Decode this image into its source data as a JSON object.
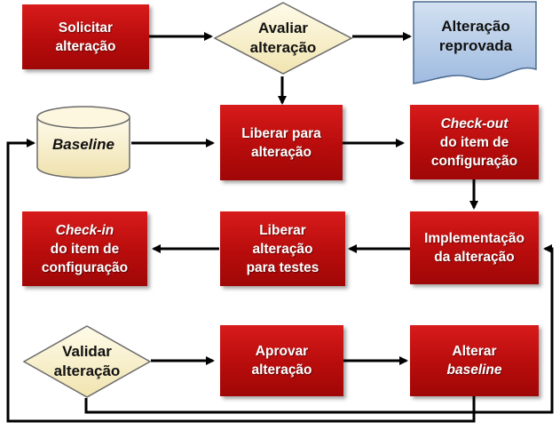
{
  "nodes": {
    "solicitar": {
      "line1": "Solicitar",
      "line2": "alteração"
    },
    "avaliar": {
      "line1": "Avaliar",
      "line2": "alteração"
    },
    "reprovada": {
      "line1": "Alteração",
      "line2": "reprovada"
    },
    "baseline": {
      "label": "Baseline"
    },
    "liberar": {
      "line1": "Liberar para",
      "line2": "alteração"
    },
    "checkout": {
      "line1": "Check-out",
      "line2": "do item de",
      "line3": "configuração"
    },
    "checkin": {
      "line1": "Check-in",
      "line2": "do item de",
      "line3": "configuração"
    },
    "liberar_testes": {
      "line1": "Liberar",
      "line2": "alteração",
      "line3": "para testes"
    },
    "implementacao": {
      "line1": "Implementação",
      "line2": "da alteração"
    },
    "validar": {
      "line1": "Validar",
      "line2": "alteração"
    },
    "aprovar": {
      "line1": "Aprovar",
      "line2": "alteração"
    },
    "alterar_baseline": {
      "line1": "Alterar",
      "line2": "baseline"
    }
  },
  "colors": {
    "process_red": "#c00f0f",
    "decision_fill": "#fbf3cf",
    "document_fill": "#b7cde6",
    "database_fill": "#f8efcf"
  }
}
